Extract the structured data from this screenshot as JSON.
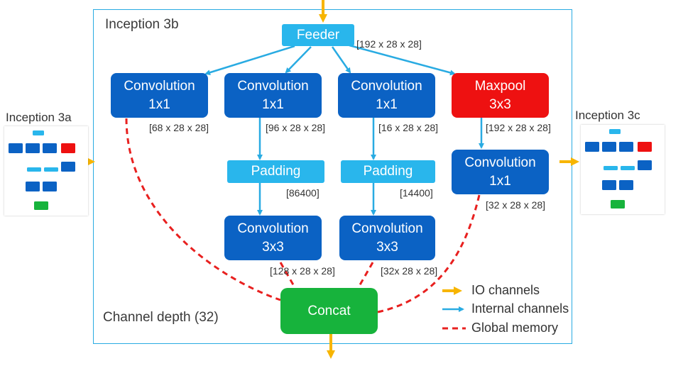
{
  "block_title": "Inception 3b",
  "footer_label": "Channel depth (32)",
  "nodes": {
    "feeder": "Feeder",
    "conv1_a": [
      "Convolution",
      "1x1"
    ],
    "conv1_b": [
      "Convolution",
      "1x1"
    ],
    "conv1_c": [
      "Convolution",
      "1x1"
    ],
    "maxpool": [
      "Maxpool",
      "3x3"
    ],
    "padding_b": "Padding",
    "padding_c": "Padding",
    "conv3_b": [
      "Convolution",
      "3x3"
    ],
    "conv3_c": [
      "Convolution",
      "3x3"
    ],
    "conv1_d": [
      "Convolution",
      "1x1"
    ],
    "concat": "Concat"
  },
  "dims": {
    "feeder": "[192 x 28 x 28]",
    "conv1_a": "[68 x 28 x 28]",
    "conv1_b": "[96 x 28 x 28]",
    "conv1_c": "[16 x 28 x 28]",
    "maxpool": "[192 x 28 x 28]",
    "padding_b": "[86400]",
    "padding_c": "[14400]",
    "conv1_d": "[32 x 28 x 28]",
    "conv3_b": "[128 x 28 x 28]",
    "conv3_c": "[32x 28 x 28]"
  },
  "neighbors": {
    "left_title": "Inception 3a",
    "right_title": "Inception 3c"
  },
  "legend": {
    "io": "IO channels",
    "internal": "Internal channels",
    "global": "Global memory"
  },
  "colors": {
    "io": "#f7b500",
    "internal": "#29abe2",
    "global": "#e8201f",
    "conv": "#0b62c4",
    "padding": "#29b6ec",
    "maxpool": "#ee1111",
    "concat": "#17b33c"
  }
}
